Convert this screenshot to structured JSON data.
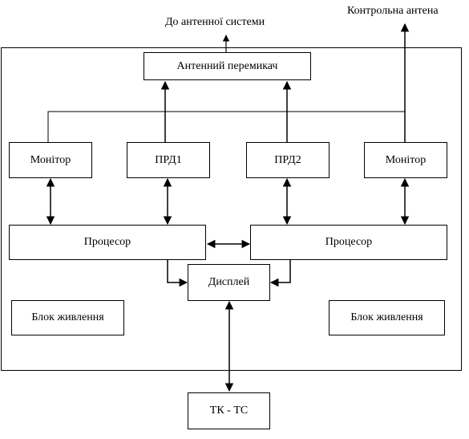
{
  "labels": {
    "antenna_system": "До антенної системи",
    "control_antenna": "Контрольна антена"
  },
  "blocks": {
    "antenna_switch": "Антенний перемикач",
    "monitor_left": "Монітор",
    "trx1": "ПРД1",
    "trx2": "ПРД2",
    "monitor_right": "Монітор",
    "processor_left": "Процесор",
    "processor_right": "Процесор",
    "display": "Дисплей",
    "power_left": "Блок живлення",
    "power_right": "Блок живлення",
    "tk_ts": "ТК - ТС"
  }
}
